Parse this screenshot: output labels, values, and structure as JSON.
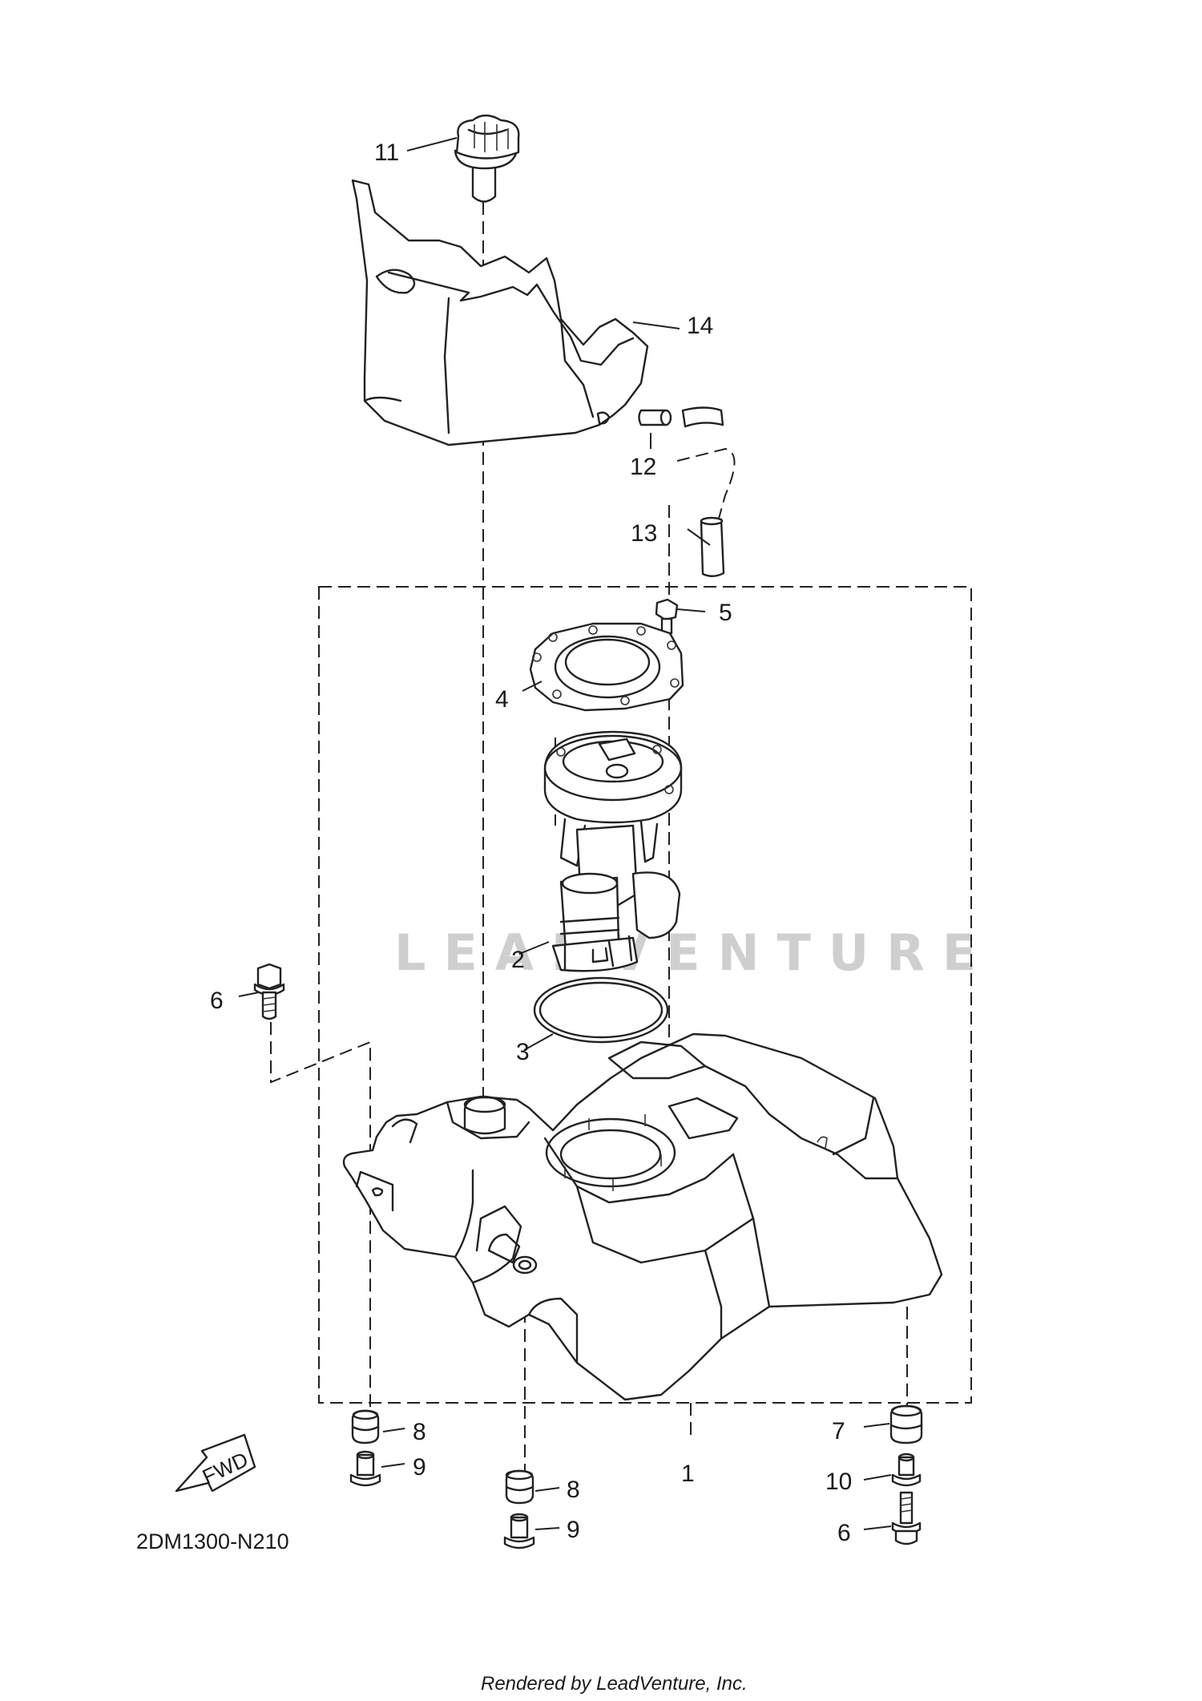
{
  "diagram": {
    "code": "2DM1300-N210",
    "footer": "Rendered by LeadVenture, Inc.",
    "watermark": "LEADVENTURE",
    "fwd_label": "FWD",
    "callouts": {
      "c1": "1",
      "c2": "2",
      "c3": "3",
      "c4": "4",
      "c5": "5",
      "c6a": "6",
      "c6b": "6",
      "c7": "7",
      "c8a": "8",
      "c8b": "8",
      "c9a": "9",
      "c9b": "9",
      "c10": "10",
      "c11": "11",
      "c12": "12",
      "c13": "13",
      "c14": "14"
    }
  }
}
